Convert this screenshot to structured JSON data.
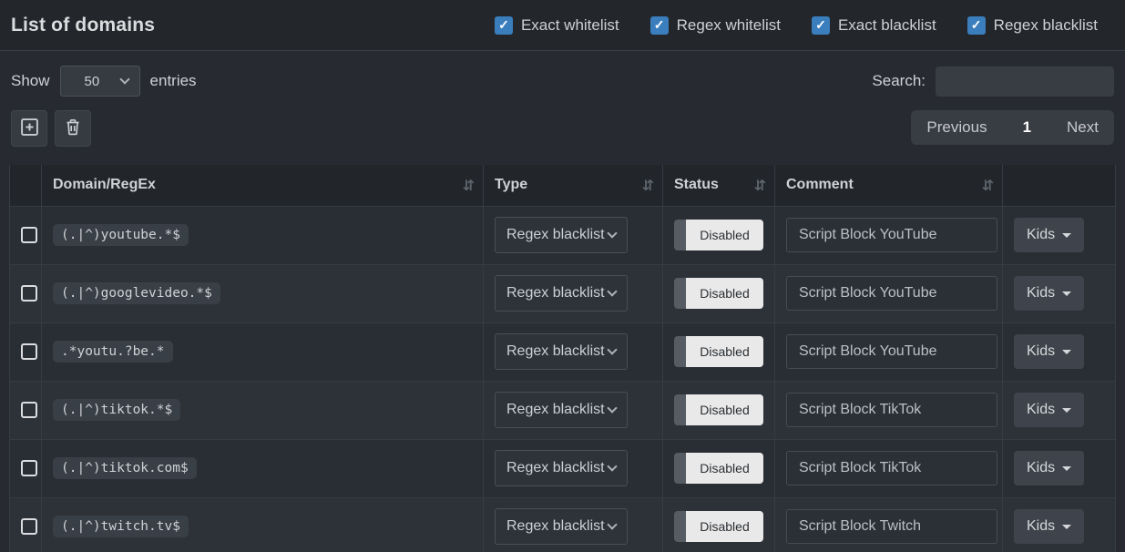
{
  "header": {
    "title": "List of domains",
    "filters": [
      {
        "label": "Exact whitelist",
        "checked": true
      },
      {
        "label": "Regex whitelist",
        "checked": true
      },
      {
        "label": "Exact blacklist",
        "checked": true
      },
      {
        "label": "Regex blacklist",
        "checked": true
      }
    ]
  },
  "toolbar": {
    "show_label": "Show",
    "entries_value": "50",
    "entries_label": "entries",
    "search_label": "Search:",
    "search_value": ""
  },
  "pagination": {
    "previous": "Previous",
    "current_page": "1",
    "next": "Next"
  },
  "icons": {
    "check": "✓",
    "sort": "⇵",
    "add": "plus-square-icon",
    "delete": "trash-icon"
  },
  "table": {
    "columns": {
      "domain": "Domain/RegEx",
      "type": "Type",
      "status": "Status",
      "comment": "Comment"
    },
    "rows": [
      {
        "domain": "(.|^)youtube.*$",
        "type": "Regex blacklist",
        "status": "Disabled",
        "comment": "Script Block YouTube",
        "group": "Kids"
      },
      {
        "domain": "(.|^)googlevideo.*$",
        "type": "Regex blacklist",
        "status": "Disabled",
        "comment": "Script Block YouTube",
        "group": "Kids"
      },
      {
        "domain": ".*youtu.?be.*",
        "type": "Regex blacklist",
        "status": "Disabled",
        "comment": "Script Block YouTube",
        "group": "Kids"
      },
      {
        "domain": "(.|^)tiktok.*$",
        "type": "Regex blacklist",
        "status": "Disabled",
        "comment": "Script Block TikTok",
        "group": "Kids"
      },
      {
        "domain": "(.|^)tiktok.com$",
        "type": "Regex blacklist",
        "status": "Disabled",
        "comment": "Script Block TikTok",
        "group": "Kids"
      },
      {
        "domain": "(.|^)twitch.tv$",
        "type": "Regex blacklist",
        "status": "Disabled",
        "comment": "Script Block Twitch",
        "group": "Kids"
      }
    ]
  },
  "colors": {
    "checkbox_blue": "#3a7ebd",
    "header_bg": "#23272b",
    "body_bg": "#272b31",
    "table_header_bg": "#22262b",
    "toggle_off_bg": "#e9e9e9"
  }
}
